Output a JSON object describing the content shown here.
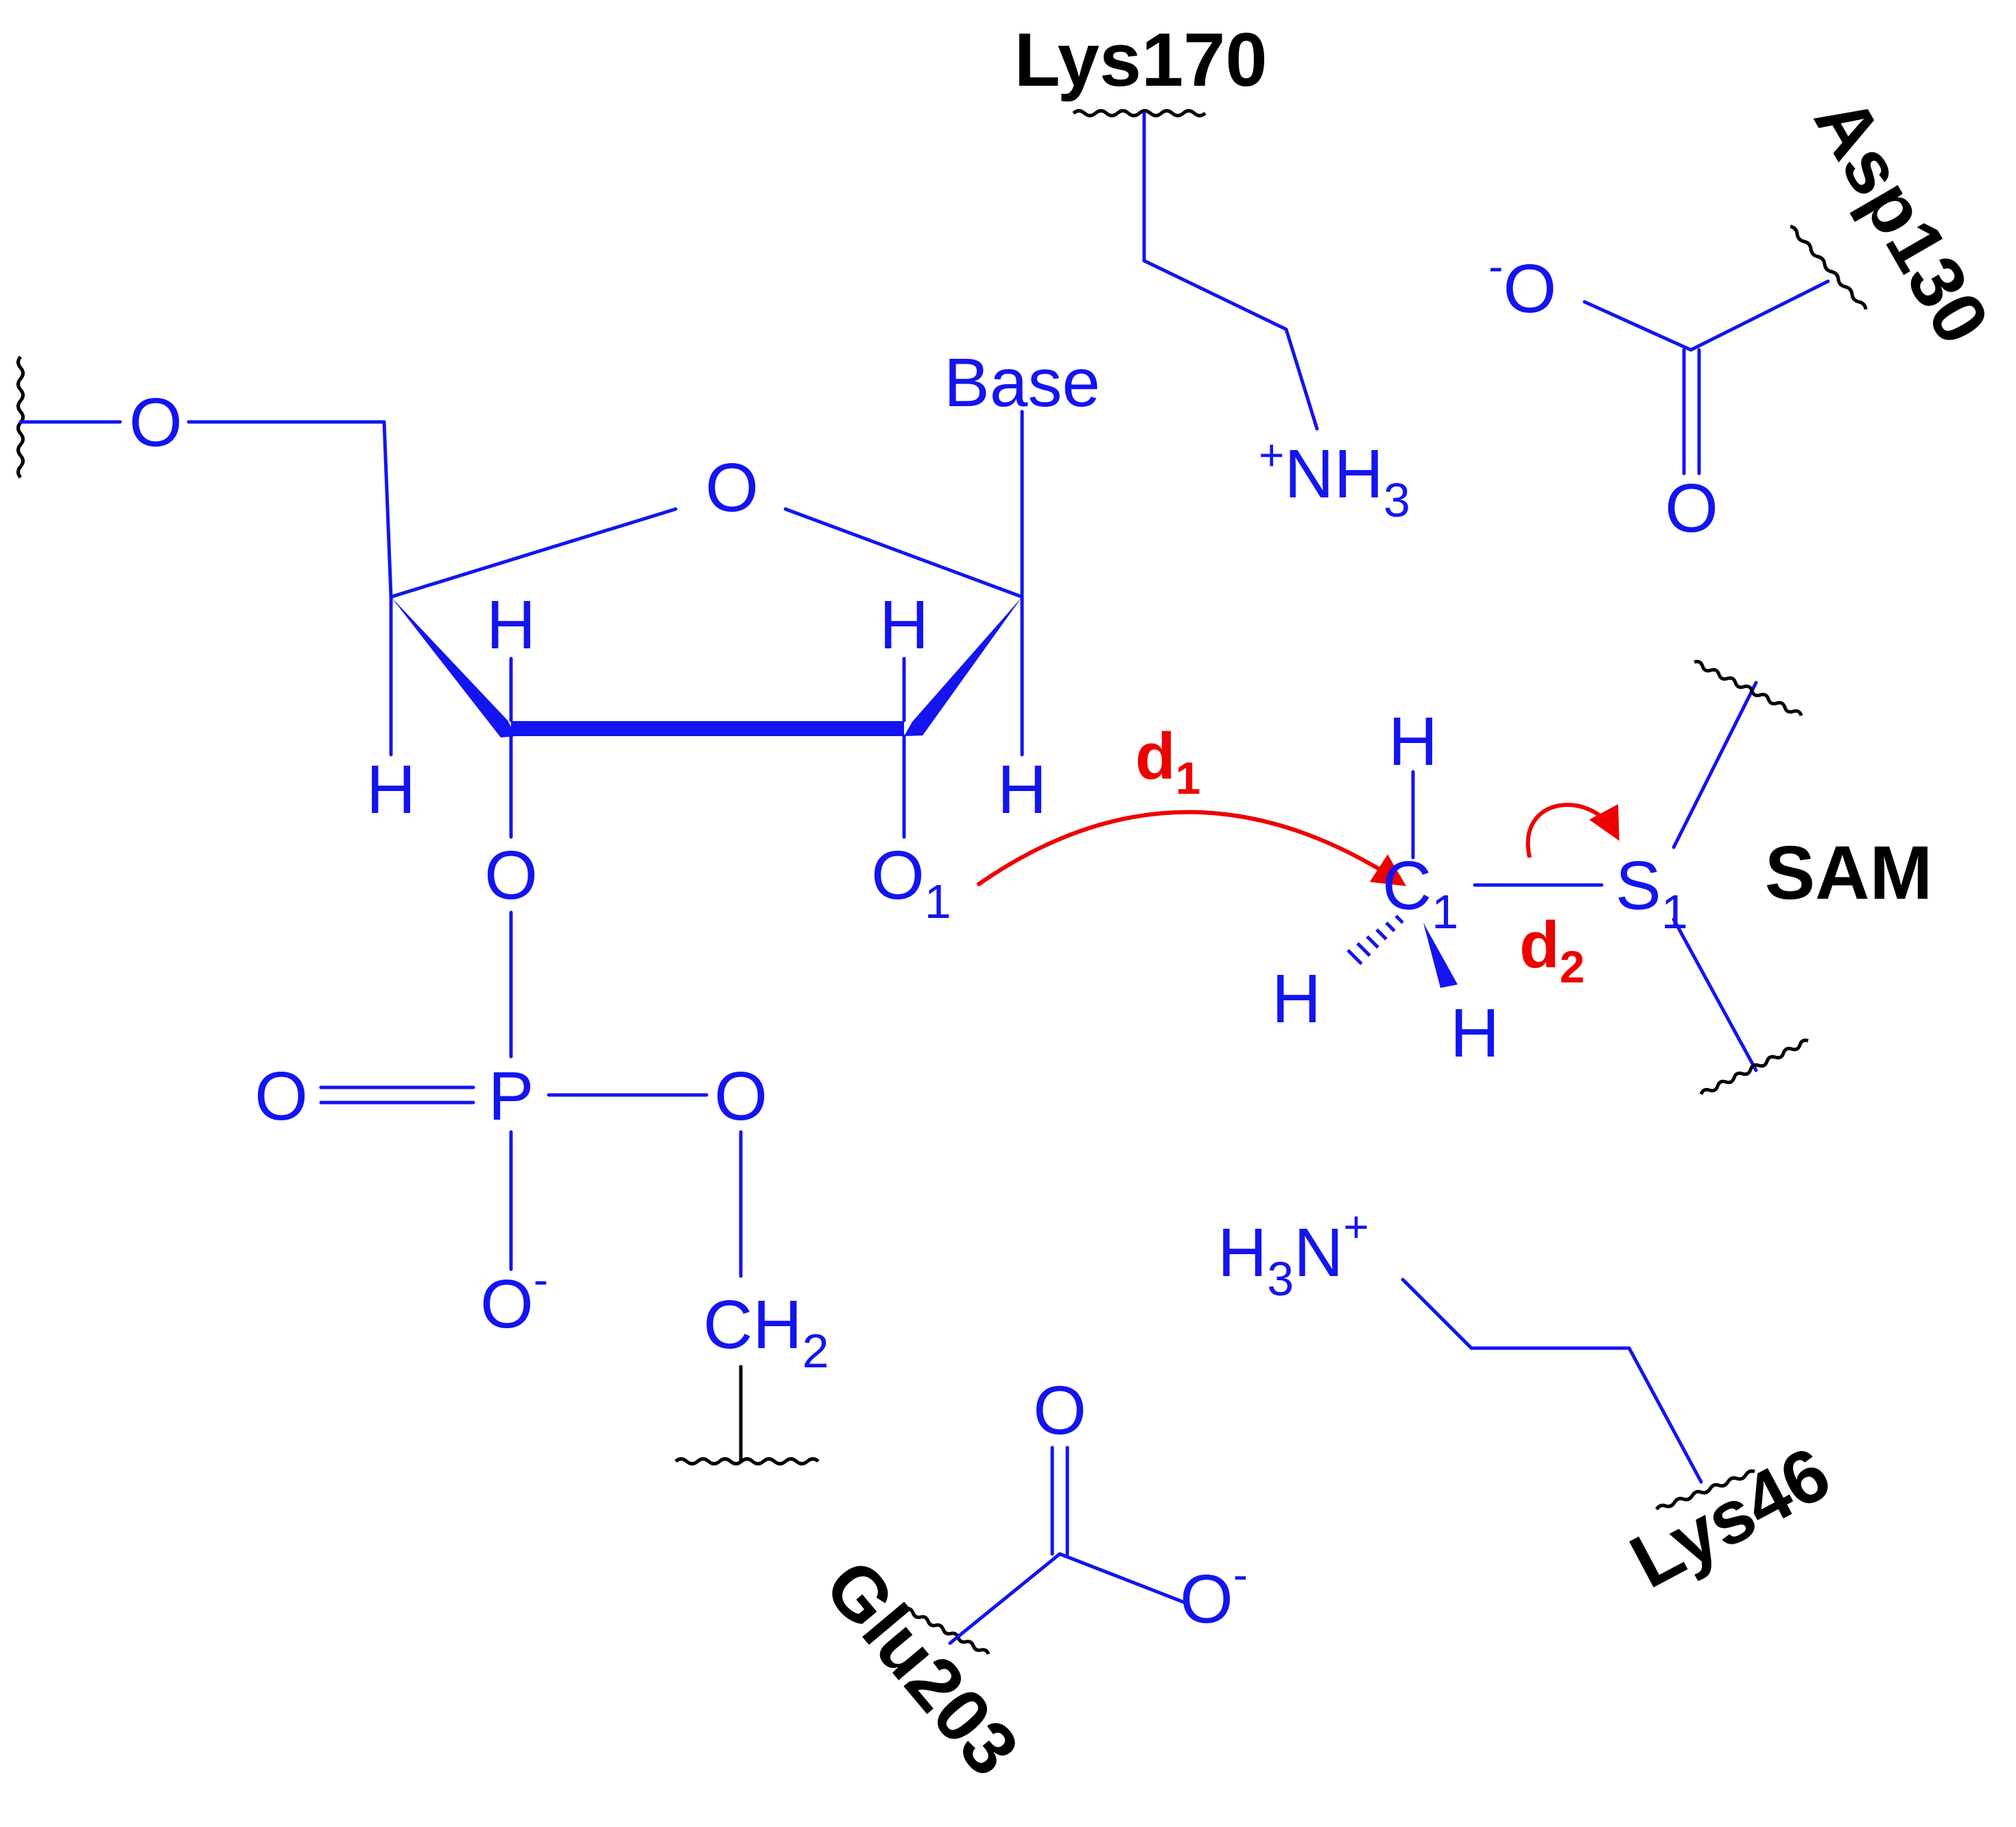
{
  "residues": {
    "lys170": "Lys170",
    "asp130": "Asp130",
    "lys46": "Lys46",
    "glu203": "Glu203",
    "sam": "SAM"
  },
  "distances": {
    "d1": {
      "main": "d",
      "sub": "1"
    },
    "d2": {
      "main": "d",
      "sub": "2"
    }
  },
  "atoms": {
    "o_left": "O",
    "o_ring": "O",
    "base": "Base",
    "h": "H",
    "o_phos_link": "O",
    "o1": {
      "main": "O",
      "sub": "1"
    },
    "o_dbl": "O",
    "p": "P",
    "o_ester": "O",
    "o_minus": {
      "main": "O",
      "sup": "-"
    },
    "ch2": {
      "main": "CH",
      "sub": "2"
    },
    "nh3_top": {
      "sup": "+",
      "main": "NH",
      "sub": "3"
    },
    "asp_o_minus": {
      "sup": "-",
      "main": "O"
    },
    "asp_o_dbl": "O",
    "c1": {
      "main": "C",
      "sub": "1"
    },
    "s1": {
      "main": "S",
      "sub": "1"
    },
    "h3n_bottom": {
      "main1": "H",
      "sub": "3",
      "main2": "N",
      "sup": "+"
    },
    "glu_o_dbl": "O",
    "glu_o_minus": {
      "main": "O",
      "sup": "-"
    }
  },
  "colors": {
    "molecule": "#1414f0",
    "arrow": "#ee0000",
    "label": "#000000"
  }
}
